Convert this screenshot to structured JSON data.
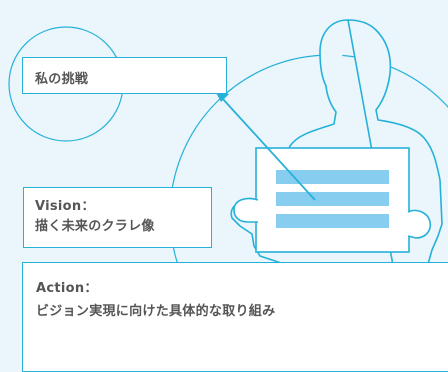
{
  "challenge": {
    "label": "私の挑戦"
  },
  "vision": {
    "title": "Vision：",
    "text": "描く未来のクラレ像"
  },
  "action": {
    "title": "Action：",
    "text": "ビジョン実現に向けた具体的な取り組み"
  },
  "colors": {
    "background": "#eaf6fb",
    "accent": "#26b1d9",
    "board_stripe": "#86cdf0",
    "text": "#555555"
  }
}
